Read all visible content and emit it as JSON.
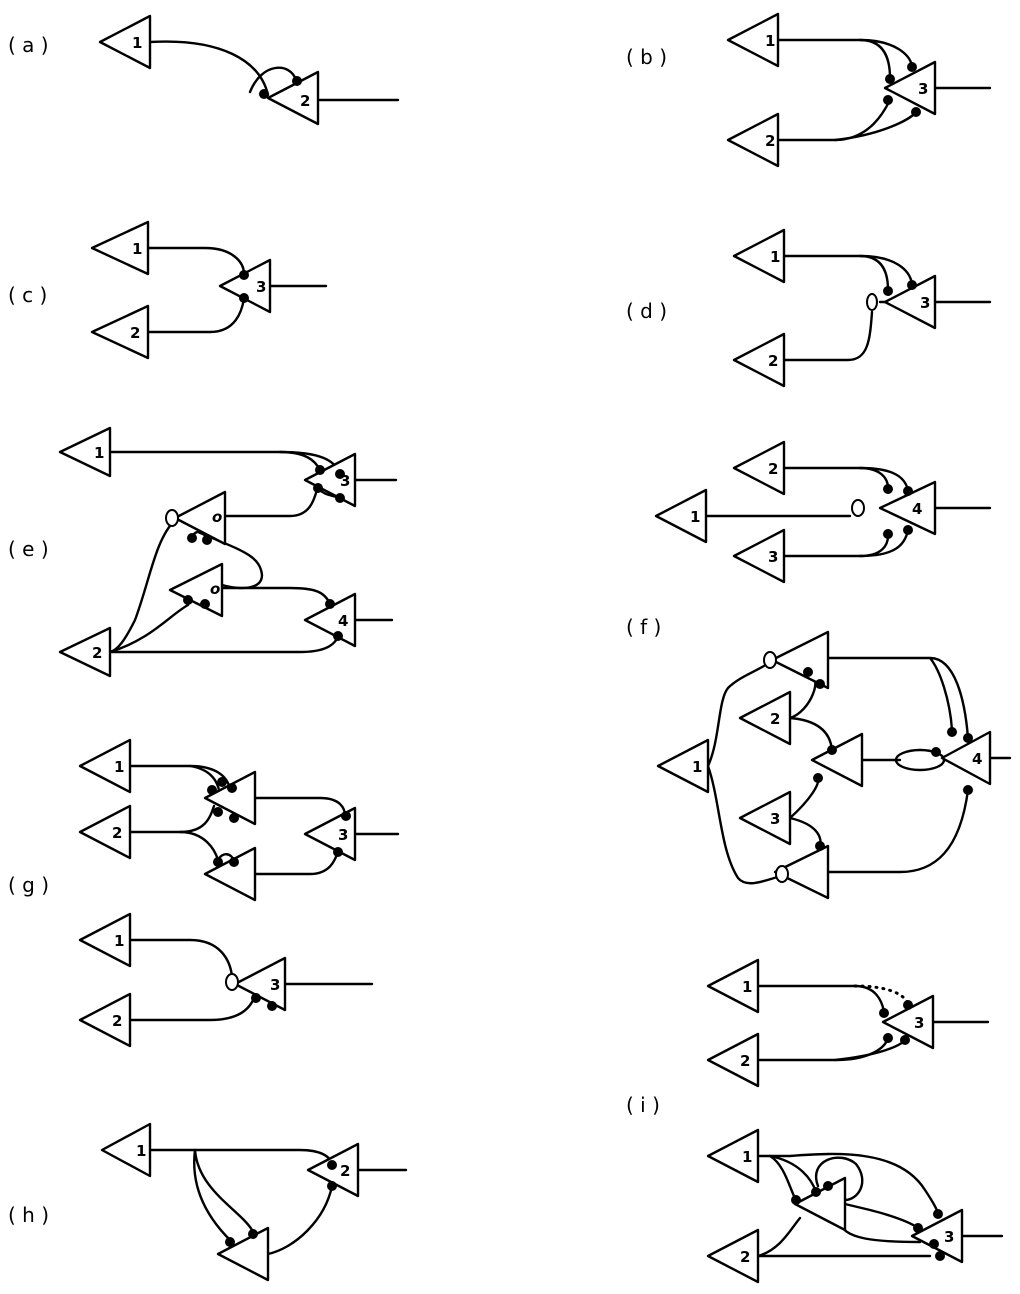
{
  "panels": [
    {
      "id": "a",
      "label": "( a )"
    },
    {
      "id": "b",
      "label": "( b )"
    },
    {
      "id": "c",
      "label": "( c )"
    },
    {
      "id": "d",
      "label": "( d )"
    },
    {
      "id": "e",
      "label": "( e )"
    },
    {
      "id": "f",
      "label": "( f )"
    },
    {
      "id": "g",
      "label": "( g )"
    },
    {
      "id": "h",
      "label": "( h )"
    },
    {
      "id": "i",
      "label": "( i )"
    }
  ],
  "neuron_numbers": {
    "n1": "1",
    "n2": "2",
    "n3": "3",
    "n4": "4",
    "small_o": "o"
  }
}
